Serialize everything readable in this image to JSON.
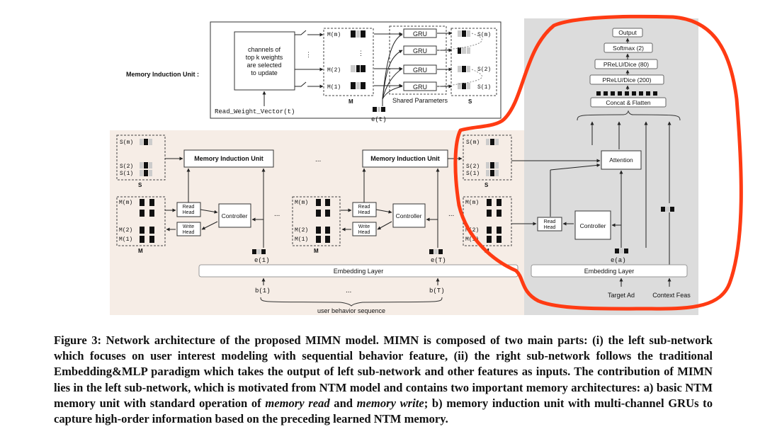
{
  "colors": {
    "left_bg": "#f6ede6",
    "right_bg": "#dcdcdc",
    "highlight": "#ff3b13"
  },
  "top": {
    "label": "Memory Induction Unit :",
    "selector_lines": [
      "channels of",
      "top k weights",
      "are selected",
      "to update"
    ],
    "read_weight": "Read_Weight_Vector(t)",
    "m_labels": [
      "M(m)",
      "M(2)",
      "M(1)"
    ],
    "gru": "GRU",
    "s_labels": [
      "S(m)",
      "S(2)",
      "S(1)"
    ],
    "m_caption": "M",
    "shared": "Shared Parameters",
    "s_caption": "S",
    "et": "e(t)"
  },
  "left": {
    "s_labels": [
      "S(m)",
      "S(2)",
      "S(1)"
    ],
    "m_labels": [
      "M(m)",
      "M(2)",
      "M(1)"
    ],
    "s_caption": "S",
    "m_caption": "M",
    "miu": "Memory Induction Unit",
    "read_head": [
      "Read",
      "Head"
    ],
    "write_head": [
      "Write",
      "Head"
    ],
    "controller": "Controller",
    "dots": "...",
    "e1": "e(1)",
    "eT": "e(T)",
    "embedding": "Embedding Layer",
    "b1": "b(1)",
    "bT": "b(T)",
    "seq": "user behavior sequence"
  },
  "right": {
    "output": "Output",
    "softmax": "Softmax (2)",
    "prelu80": "PReLU/Dice (80)",
    "prelu200": "PReLU/Dice (200)",
    "concat": "Concat & Flatten",
    "attention": "Attention",
    "read_head": [
      "Read",
      "Head"
    ],
    "controller": "Controller",
    "ea": "e(a)",
    "embedding": "Embedding Layer",
    "target": "Target Ad",
    "context": "Context Feas"
  },
  "caption": {
    "p1": "Figure 3: Network architecture of the proposed MIMN model. MIMN is composed of two main parts: (i) the left sub-network which focuses on user interest modeling with sequential behavior feature, (ii) the right sub-network follows the traditional Embedding&MLP paradigm which takes the output of left sub-network and other features as inputs. The contribution of MIMN lies in the left sub-network, which is motivated from NTM model and contains two important memory architectures: a) basic NTM memory unit with standard operation of ",
    "em1": "memory read",
    "p2": " and ",
    "em2": "memory write",
    "p3": "; b) memory induction unit with multi-channel GRUs to capture high-order information based on the preceding learned NTM memory."
  }
}
